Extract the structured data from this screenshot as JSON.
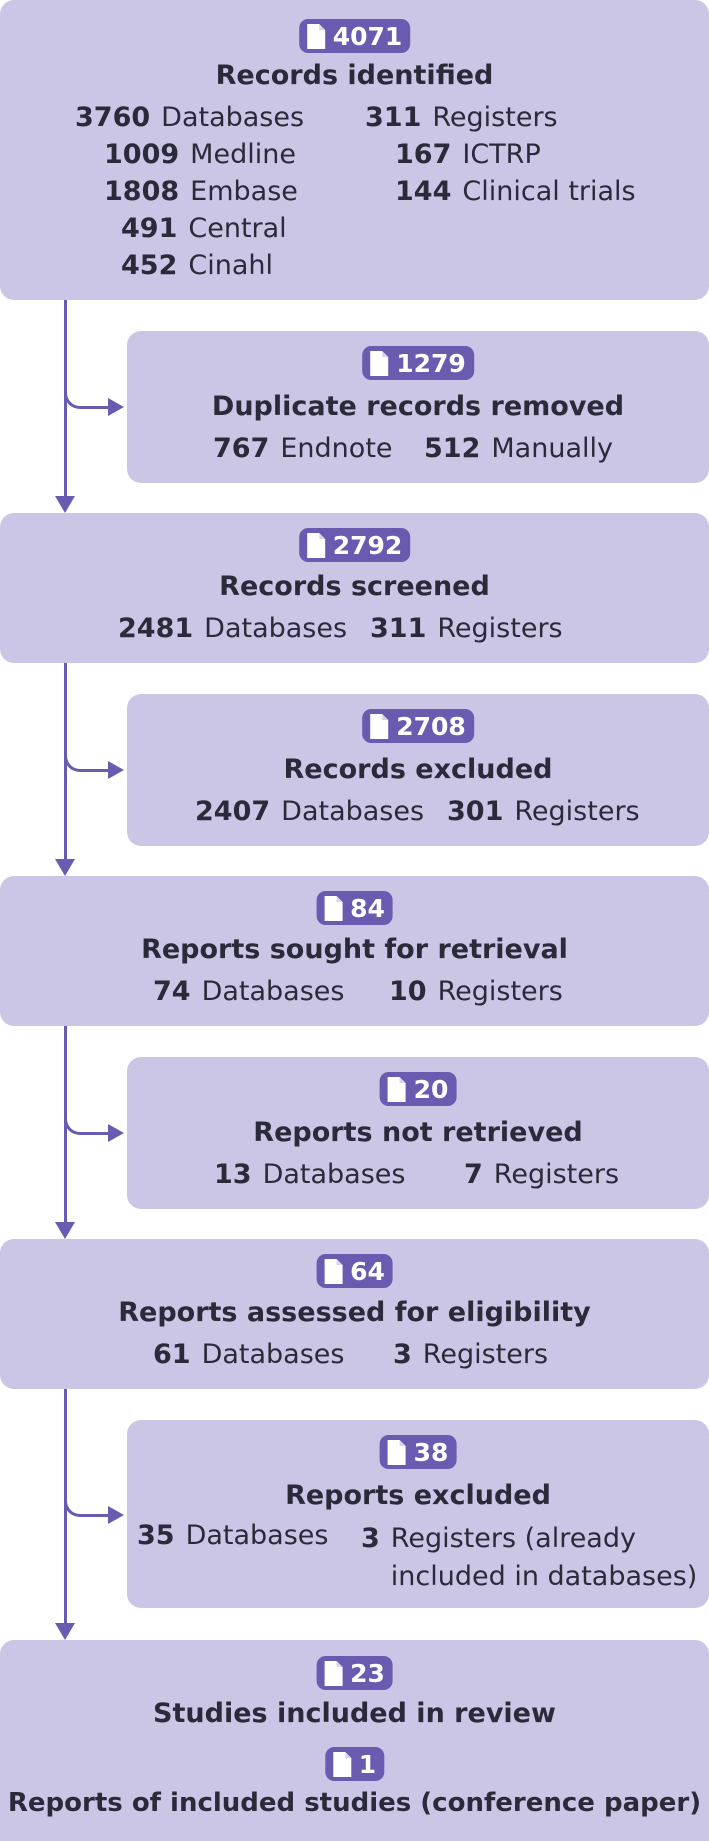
{
  "identified": {
    "count": "4071",
    "title": "Records identified",
    "left": [
      {
        "n": "3760",
        "label": "Databases"
      },
      {
        "n": "1009",
        "label": "Medline"
      },
      {
        "n": "1808",
        "label": "Embase"
      },
      {
        "n": "491",
        "label": "Central"
      },
      {
        "n": "452",
        "label": "Cinahl"
      }
    ],
    "right": [
      {
        "n": "311",
        "label": "Registers"
      },
      {
        "n": "167",
        "label": "ICTRP"
      },
      {
        "n": "144",
        "label": "Clinical trials"
      }
    ]
  },
  "duplicates": {
    "count": "1279",
    "title": "Duplicate records removed",
    "items": [
      {
        "n": "767",
        "label": "Endnote"
      },
      {
        "n": "512",
        "label": "Manually"
      }
    ]
  },
  "screened": {
    "count": "2792",
    "title": "Records screened",
    "items": [
      {
        "n": "2481",
        "label": "Databases"
      },
      {
        "n": "311",
        "label": "Registers"
      }
    ]
  },
  "excluded": {
    "count": "2708",
    "title": "Records excluded",
    "items": [
      {
        "n": "2407",
        "label": "Databases"
      },
      {
        "n": "301",
        "label": "Registers"
      }
    ]
  },
  "sought": {
    "count": "84",
    "title": "Reports sought for retrieval",
    "items": [
      {
        "n": "74",
        "label": "Databases"
      },
      {
        "n": "10",
        "label": "Registers"
      }
    ]
  },
  "not_retrieved": {
    "count": "20",
    "title": "Reports not retrieved",
    "items": [
      {
        "n": "13",
        "label": "Databases"
      },
      {
        "n": "7",
        "label": "Registers"
      }
    ]
  },
  "assessed": {
    "count": "64",
    "title": "Reports assessed for eligibility",
    "items": [
      {
        "n": "61",
        "label": "Databases"
      },
      {
        "n": "3",
        "label": "Registers"
      }
    ]
  },
  "reports_excluded": {
    "count": "38",
    "title": "Reports excluded",
    "items": [
      {
        "n": "35",
        "label": "Databases"
      },
      {
        "n": "3",
        "label": "Registers (already\nincluded in databases)"
      }
    ]
  },
  "included": {
    "count": "23",
    "title": "Studies included in review",
    "sub_count": "1",
    "sub_title": "Reports of included studies (conference paper)"
  },
  "colors": {
    "box": "#cbc6e5",
    "accent": "#6a5bb0",
    "text": "#2b2a3a"
  }
}
